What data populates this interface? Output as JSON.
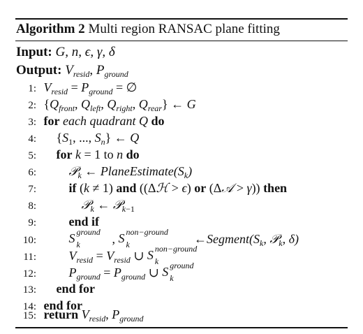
{
  "caption": {
    "label": "Algorithm 2",
    "title": "Multi region RANSAC plane fitting"
  },
  "io": {
    "input_label": "Input:",
    "input_vars": "G, n, ϵ, γ, δ",
    "output_label": "Output:"
  },
  "lines": [
    {
      "num": "1:"
    },
    {
      "num": "2:"
    },
    {
      "num": "3:",
      "kw1": "for",
      "text": "each quadrant",
      "var": "Q",
      "kw2": "do"
    },
    {
      "num": "4:"
    },
    {
      "num": "5:",
      "kw1": "for",
      "kw2": "do",
      "to": "to"
    },
    {
      "num": "6:",
      "fn": "PlaneEstimate"
    },
    {
      "num": "7:",
      "kw1": "if",
      "kw_and": "and",
      "kw_or": "or",
      "kw2": "then"
    },
    {
      "num": "8:"
    },
    {
      "num": "9:",
      "kw": "end if"
    },
    {
      "num": "10:",
      "fn": "Segment"
    },
    {
      "num": "11:"
    },
    {
      "num": "12:"
    },
    {
      "num": "13:",
      "kw": "end for"
    },
    {
      "num": "14:",
      "kw": "end for"
    },
    {
      "num": "15:",
      "kw": "return"
    }
  ],
  "superscripts": {
    "ground": "ground",
    "non_ground": "non−ground"
  }
}
